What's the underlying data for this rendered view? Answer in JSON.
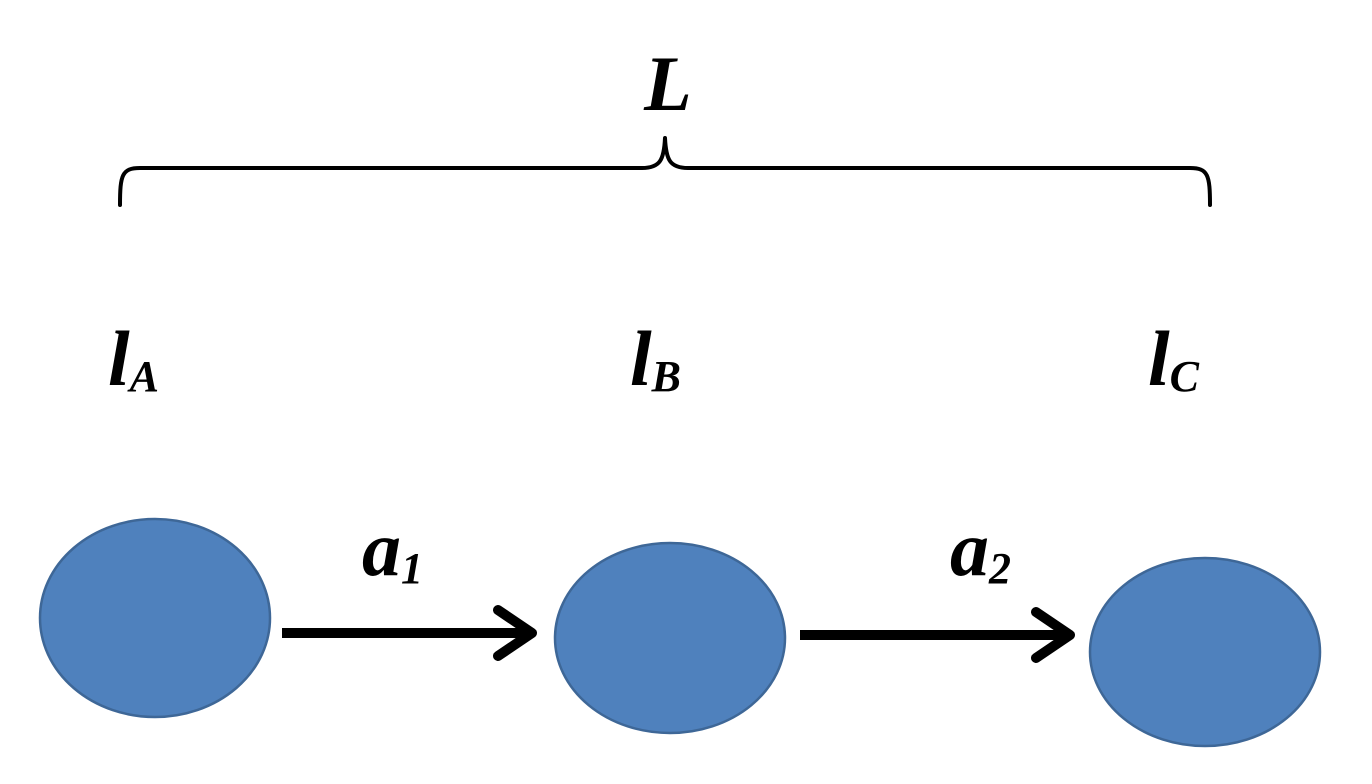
{
  "total_length": {
    "label": "L"
  },
  "levels": [
    {
      "base": "l",
      "sub": "A"
    },
    {
      "base": "l",
      "sub": "B"
    },
    {
      "base": "l",
      "sub": "C"
    }
  ],
  "transitions": [
    {
      "base": "a",
      "sub": "1"
    },
    {
      "base": "a",
      "sub": "2"
    }
  ],
  "colors": {
    "node_fill": "#4f81bd",
    "node_stroke": "#3e6797",
    "ink": "#000000",
    "background": "#ffffff"
  }
}
